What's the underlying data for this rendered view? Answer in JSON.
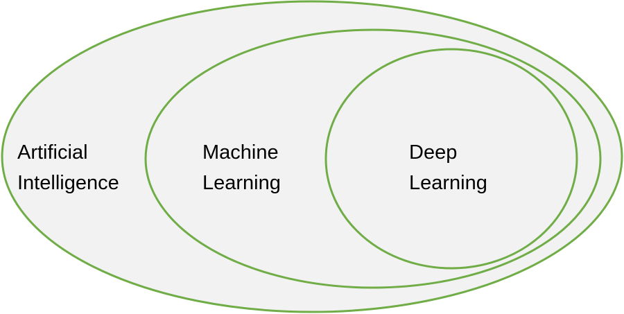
{
  "diagram": {
    "type": "nested-ellipses",
    "colors": {
      "fill": "#f2f2f2",
      "stroke": "#70ad47",
      "text": "#000000"
    },
    "regions": [
      {
        "id": "ai",
        "line1": "Artificial",
        "line2": "Intelligence"
      },
      {
        "id": "ml",
        "line1": "Machine",
        "line2": "Learning"
      },
      {
        "id": "dl",
        "line1": "Deep",
        "line2": "Learning"
      }
    ]
  }
}
